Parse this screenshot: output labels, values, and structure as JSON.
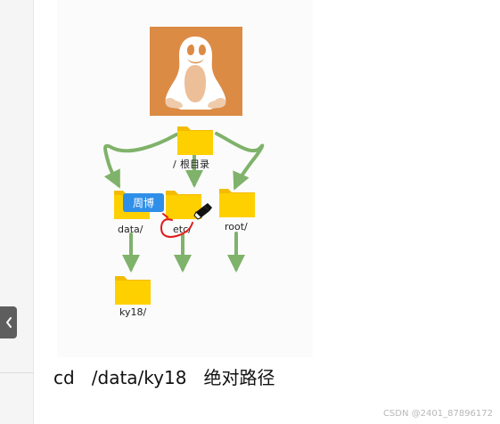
{
  "diagram": {
    "root": {
      "slash": "/",
      "label": "根目录"
    },
    "nodes": [
      "data/",
      "etc/",
      "root/",
      "ky18/"
    ],
    "annotation_badge": "周博",
    "colors": {
      "logo_bg": "#dc8b45",
      "folder": "#ffd000",
      "folder_tab": "#f4bb00",
      "arrow": "#7fb26a",
      "badge": "#2f8fe8",
      "ink": "#e11b1b"
    }
  },
  "caption": "cd   /data/ky18   绝对路径",
  "watermark": "CSDN @2401_87896172",
  "ui": {
    "collapse_icon": "chevron-left-icon"
  }
}
